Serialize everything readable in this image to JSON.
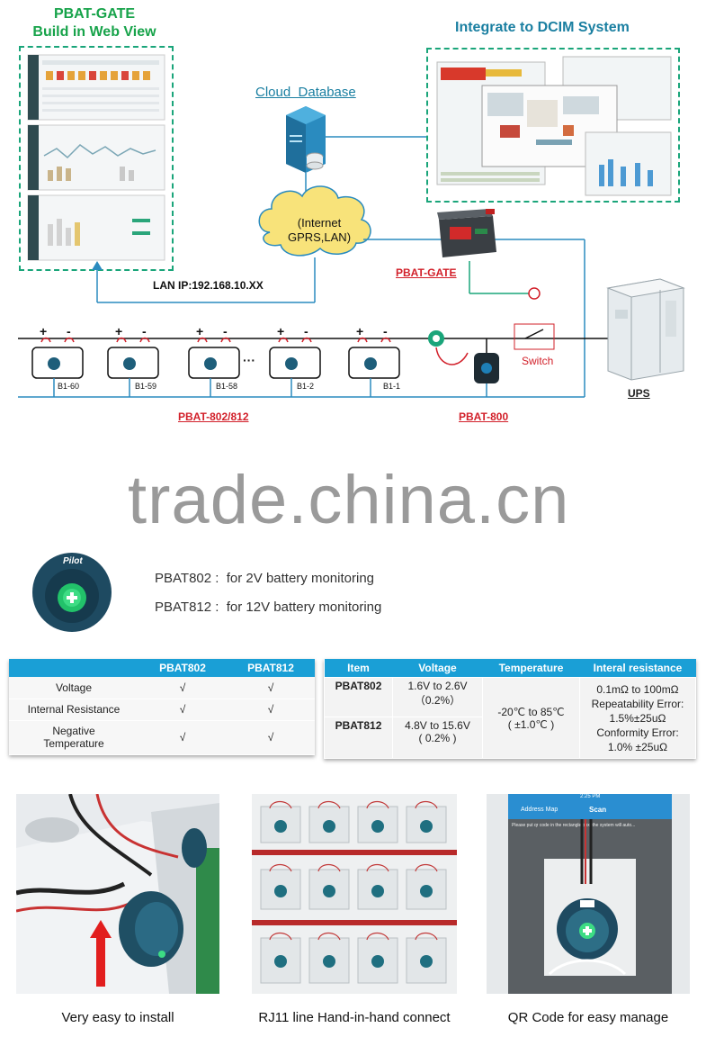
{
  "diagram": {
    "web_view_title_line1": "PBAT-GATE",
    "web_view_title_line2": "Build in Web View",
    "dcim_title": "Integrate to DCIM System",
    "cloud_db_label": "Cloud  Database",
    "internet_line1": "(Internet",
    "internet_line2": "GPRS,LAN)",
    "gate_label": "PBAT-GATE",
    "lan_ip": "LAN IP:192.168.10.XX",
    "switch_label": "Switch",
    "ups_label": "UPS",
    "monitor_label": "PBAT-802/812",
    "pbat800_label": "PBAT-800",
    "batteries": [
      {
        "name": "B1-60"
      },
      {
        "name": "B1-59"
      },
      {
        "name": "B1-58"
      },
      {
        "name": "B1-2"
      },
      {
        "name": "B1-1"
      }
    ],
    "plus": "+",
    "minus": "-",
    "ellipsis": "···"
  },
  "watermark": "trade.china.cn",
  "device_info": {
    "brand_logo": "Pilot",
    "lines": [
      "PBAT802 :  for 2V battery monitoring",
      "PBAT812 :  for 12V battery monitoring"
    ]
  },
  "table_features": {
    "headers": [
      "",
      "PBAT802",
      "PBAT812"
    ],
    "rows": [
      {
        "label": "Voltage",
        "a": "√",
        "b": "√"
      },
      {
        "label": "Internal Resistance",
        "a": "√",
        "b": "√"
      },
      {
        "label_line1": "Negative",
        "label_line2": "Temperature",
        "a": "√",
        "b": "√"
      }
    ]
  },
  "table_specs": {
    "headers": [
      "Item",
      "Voltage",
      "Temperature",
      "Interal resistance"
    ],
    "rows": [
      {
        "item": "PBAT802",
        "v1": "1.6V to 2.6V",
        "v2": "（0.2%）"
      },
      {
        "item": "PBAT812",
        "v1": "4.8V to 15.6V",
        "v2": "( 0.2% )"
      }
    ],
    "temperature_line1": "-20℃ to 85℃",
    "temperature_line2": "( ±1.0℃ )",
    "resistance_lines": [
      "0.1mΩ to 100mΩ",
      "Repeatability Error:",
      "1.5%±25uΩ",
      "Conformity Error:",
      "1.0% ±25uΩ"
    ]
  },
  "photos": {
    "captions": [
      "Very easy to install",
      "RJ11 line Hand-in-hand connect",
      "QR Code for easy manage"
    ],
    "phone_back": "Address Map",
    "phone_title": "Scan",
    "phone_prompt": "Please put qr code in the rectangle box, the system will auto...",
    "phone_time": "2:25 PM"
  },
  "colors": {
    "green": "#17a34a",
    "teal": "#1a7fa1",
    "red": "#d2202a",
    "table_header": "#1a9fd6"
  }
}
